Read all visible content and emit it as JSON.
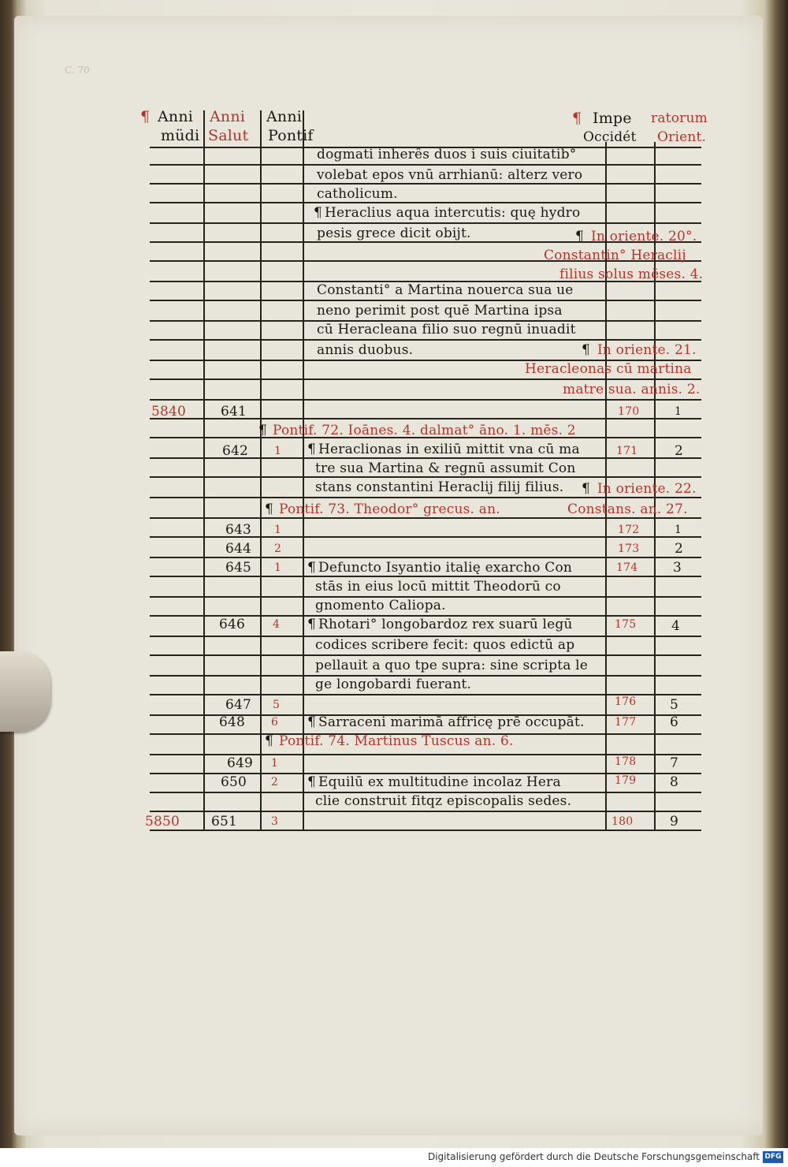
{
  "header": {
    "anni_mundi_1": "Anni",
    "anni_mundi_2": "müdi",
    "anni_salutis_1": "Anni",
    "anni_salutis_2": "Salut",
    "anni_pontif_1": "Anni",
    "anni_pontif_2": "Pontif",
    "imperatorum_1": "Impe",
    "imperatorum_2": "ratorum",
    "occident": "Occidét",
    "orient": "Orient."
  },
  "text_lines": [
    "dogmati inherês duos i suis ciuitatib°",
    "volebat epos vnū arrhianū: alterz vero",
    "catholicum.",
    "Heraclius aqua intercutis: quę hydro",
    "pesis grece dicit obijt.",
    "Constanti° a Martina nouerca sua ue",
    "neno perimit post quē Martina ipsa",
    "cū Heracleana filio suo regnū inuadit",
    "annis duobus.",
    "Heraclionas in exiliū mittit vna cū ma",
    "tre sua Martina & regnū assumit Con",
    "stans constantini Heraclij filij filius.",
    "Defuncto Isyantio italię exarcho Con",
    "stās in eius locū mittit Theodorū co",
    "gnomento Caliopa.",
    "Rhotari° longobardoz rex suarū legū",
    "codices scribere fecit: quos edictū ap",
    "pellauit a quo tpe supra: sine scripta le",
    "ge longobardi fuerant.",
    "Sarraceni marimā affricę prē occupāt.",
    "Equilū ex multitudine incolaz Hera",
    "clie construit fitqz episcopalis sedes."
  ],
  "red_lines": [
    "In oriente. 20°.",
    "Constantin° Heraclij",
    "filius solus mēses. 4.",
    "In oriente. 21.",
    "Heracleonas cū martina",
    "matre sua. annis. 2.",
    "Pontif. 72. Ioānes. 4. dalmat° āno. 1. mēs. 2",
    "In oriente. 22.",
    "Pontif. 73. Theodor° grecus. an.",
    "Constans. an. 27.",
    "Pontif. 74. Martinus Tuscus an. 6."
  ],
  "anni_mundi": [
    "5840",
    "5850"
  ],
  "anni_salutis": [
    "641",
    "642",
    "643",
    "644",
    "645",
    "646",
    "647",
    "648",
    "649",
    "650",
    "651"
  ],
  "anni_pontif": [
    "1",
    "1",
    "2",
    "1",
    "4",
    "5",
    "6",
    "1",
    "2",
    "3"
  ],
  "occident_years": [
    "170",
    "171",
    "172",
    "173",
    "174",
    "175",
    "176",
    "177",
    "178",
    "179",
    "180"
  ],
  "orient_years": [
    "1",
    "2",
    "1",
    "2",
    "3",
    "4",
    "5",
    "6",
    "7",
    "8",
    "9"
  ],
  "page_mark": "C. 70",
  "footer": {
    "text": "Digitalisierung gefördert durch die Deutsche Forschungsgemeinschaft",
    "logo": "DFG"
  }
}
